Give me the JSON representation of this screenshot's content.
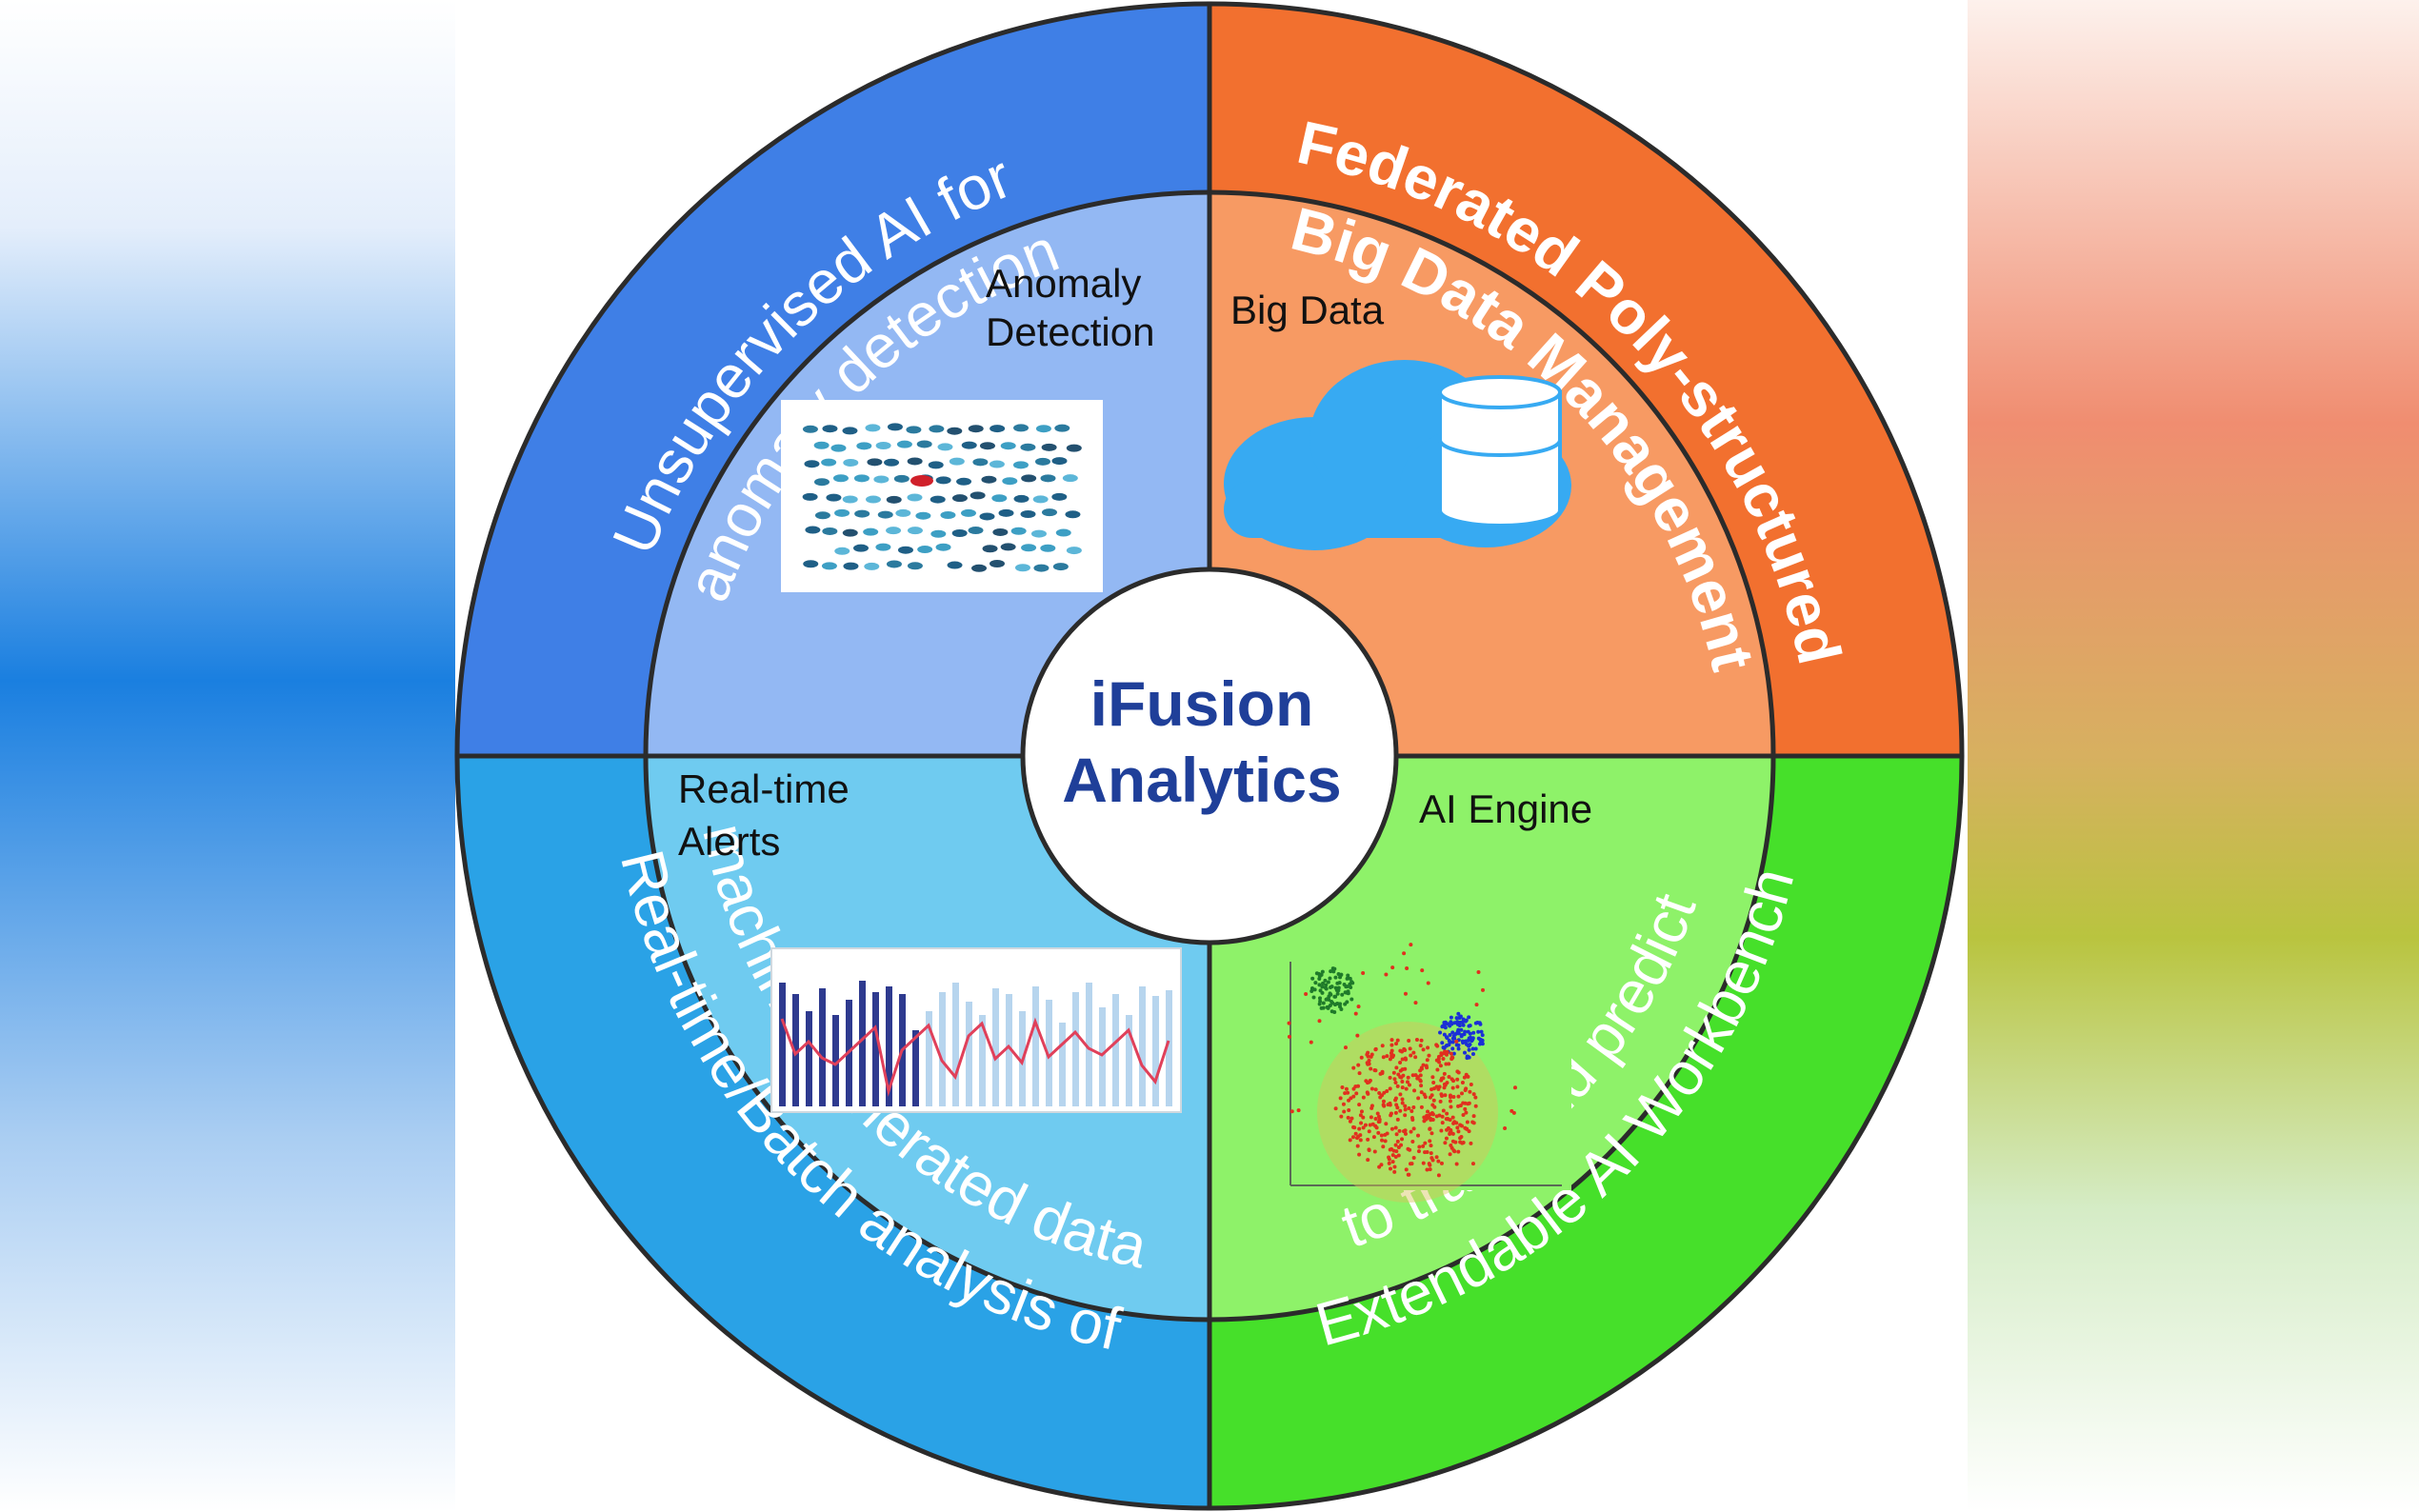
{
  "center": {
    "title_line1": "iFusion",
    "title_line2": "Analytics",
    "title_color": "#1f3f99"
  },
  "quadrants": [
    {
      "id": "top-left",
      "outer_line1": "Unsupervised AI for",
      "outer_line2": "anomaly detection",
      "inner_line1": "Anomaly",
      "inner_line2": "Detection",
      "image_icon": "fish-school-anomaly-icon",
      "outer_color": "#3f7fe6",
      "inner_color": "#93b8f3"
    },
    {
      "id": "top-right",
      "outer_line1": "Federated Poly-structured",
      "outer_line2": "Big Data Management",
      "inner_line1": "Big Data",
      "inner_line2": "",
      "image_icon": "cloud-database-icon",
      "outer_color": "#f2702f",
      "inner_color": "#f79a63"
    },
    {
      "id": "bottom-left",
      "outer_line1": "Real-time/Batch analysis of",
      "outer_line2": "machine generated data",
      "inner_line1": "Real-time",
      "inner_line2": "Alerts",
      "image_icon": "bar-line-chart-icon",
      "outer_color": "#2aa2e6",
      "inner_color": "#6fcbf0"
    },
    {
      "id": "bottom-right",
      "outer_line1": "Extendable AI Workbench",
      "outer_line2": "to train and predict",
      "inner_line1": "AI Engine",
      "inner_line2": "",
      "image_icon": "scatter-cluster-icon",
      "outer_color": "#46e02a",
      "inner_color": "#8ef269"
    }
  ],
  "side_panels": {
    "left_gradient": [
      "#ffffff",
      "#1a7fe0",
      "#ffffff"
    ],
    "right_gradient": [
      "#ffffff",
      "#f28a6a",
      "#bcc446",
      "#ffffff"
    ]
  }
}
